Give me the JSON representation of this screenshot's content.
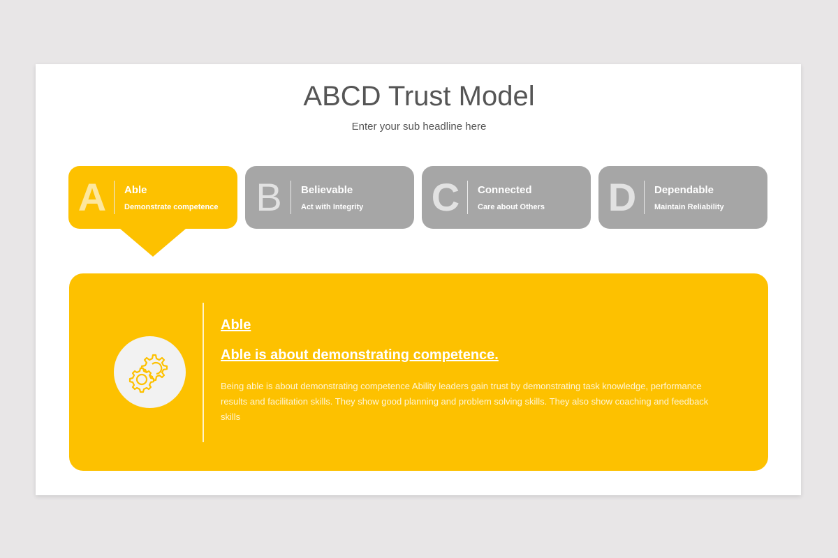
{
  "header": {
    "title": "ABCD Trust Model",
    "subtitle": "Enter your sub headline here"
  },
  "tabs": [
    {
      "letter": "A",
      "name": "Able",
      "desc": "Demonstrate competence",
      "active": true
    },
    {
      "letter": "B",
      "name": "Believable",
      "desc": "Act with Integrity",
      "active": false
    },
    {
      "letter": "C",
      "name": "Connected",
      "desc": "Care about Others",
      "active": false
    },
    {
      "letter": "D",
      "name": "Dependable",
      "desc": "Maintain Reliability",
      "active": false
    }
  ],
  "detail": {
    "icon": "gears-icon",
    "heading": "Able",
    "subheading": "Able is about demonstrating competence.",
    "body": "Being able is about demonstrating competence Ability leaders gain trust by demonstrating task knowledge, performance results and facilitation skills. They show good planning and problem solving skills. They also show coaching and feedback skills"
  },
  "colors": {
    "accent": "#fdc100",
    "inactive": "#a6a6a6",
    "background": "#e8e6e7",
    "text": "#555555"
  }
}
